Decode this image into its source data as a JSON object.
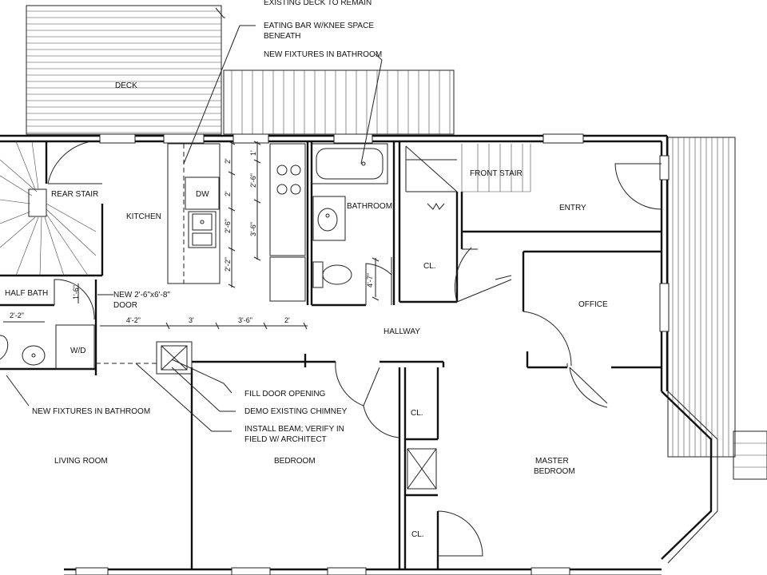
{
  "rooms": {
    "deck": "DECK",
    "rear_stair": "REAR STAIR",
    "kitchen": "KITCHEN",
    "bathroom": "BATHROOM",
    "front_stair": "FRONT STAIR",
    "entry": "ENTRY",
    "half_bath": "HALF BATH",
    "closet_1": "CL.",
    "closet_2": "CL.",
    "closet_3": "CL.",
    "office": "OFFICE",
    "hallway": "HALLWAY",
    "living_room": "LIVING ROOM",
    "bedroom": "BEDROOM",
    "master_bedroom_1": "MASTER",
    "master_bedroom_2": "BEDROOM"
  },
  "fixtures": {
    "dishwasher": "DW",
    "washer_dryer": "W/D"
  },
  "notes": {
    "existing_deck": "EXISTING DECK TO REMAIN",
    "eating_bar_1": "EATING BAR W/KNEE SPACE",
    "eating_bar_2": "BENEATH",
    "new_fixtures_top": "NEW FIXTURES IN BATHROOM",
    "new_door_1": "NEW 2'-6\"x6'-8\"",
    "new_door_2": "DOOR",
    "new_fixtures_left": "NEW FIXTURES IN BATHROOM",
    "fill_door": "FILL DOOR OPENING",
    "demo_chimney": "DEMO EXISTING CHIMNEY",
    "install_beam_1": "INSTALL BEAM; VERIFY IN",
    "install_beam_2": "FIELD W/ ARCHITECT"
  },
  "dimensions": {
    "kitchen_v": [
      "1'",
      "2'",
      "2'-6\"",
      "2'",
      "3'-6\"",
      "2'-6\"",
      "2'-2\""
    ],
    "bath_depth": "4'-7\"",
    "half_bath_width": "2'-2\"",
    "half_bath_door": "1'-6\"",
    "kitchen_h": [
      "4'-2\"",
      "3'",
      "3'-6\"",
      "2'"
    ]
  }
}
